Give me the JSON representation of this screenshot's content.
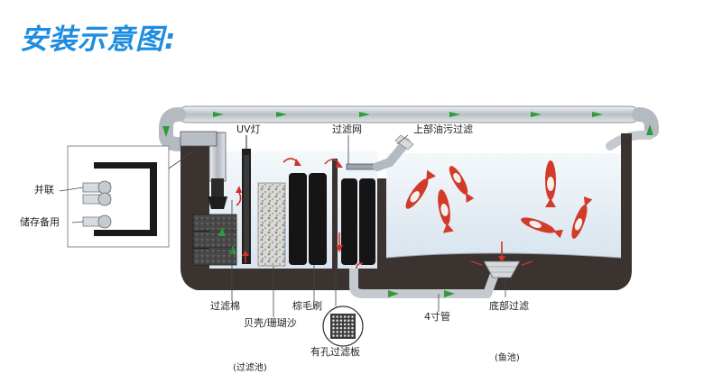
{
  "title": "安装示意图:",
  "labels": {
    "parallel": "并联",
    "reserve": "储存备用",
    "uv_lamp": "UV灯",
    "filter_net": "过滤网",
    "upper_oil_filter": "上部油污过滤",
    "filter_cotton": "过滤棉",
    "shell_coral_sand": "贝壳/珊瑚沙",
    "palm_brush": "棕毛刷",
    "perforated_plate": "有孔过滤板",
    "pipe_4inch": "4寸管",
    "bottom_filter": "底部过滤",
    "filter_pool": "(过滤池)",
    "fish_pool": "(鱼池)"
  },
  "colors": {
    "title": "#1e8de0",
    "tank": "#3b3330",
    "water": "#dfeaf3",
    "pipe": "#c9ced3",
    "flow_arrow_green": "#2f9b3a",
    "flow_arrow_red": "#d0322b",
    "fish_red": "#d23a2a"
  }
}
